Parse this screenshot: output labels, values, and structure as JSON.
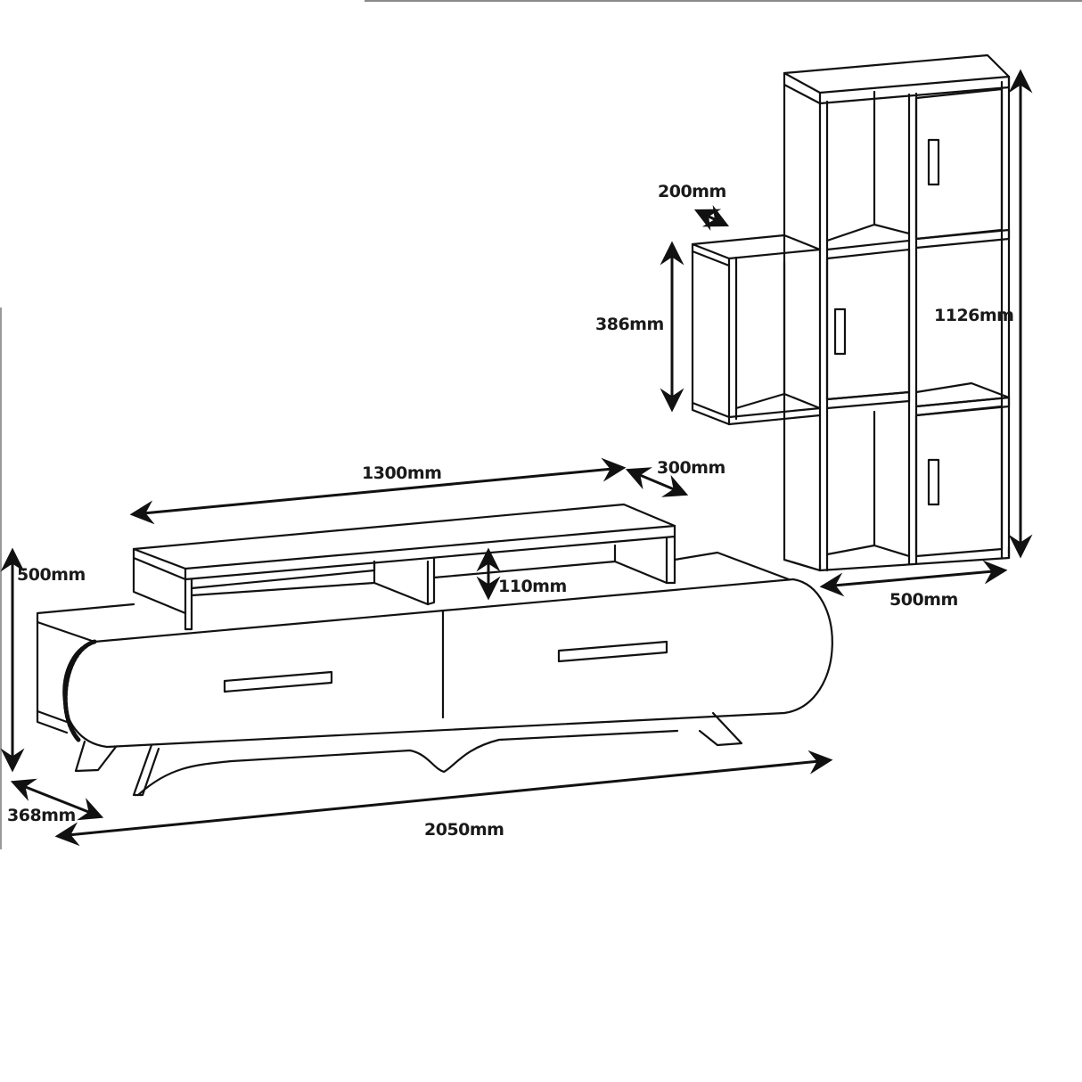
{
  "figure": {
    "type": "furniture-dimension-drawing",
    "line_color": "#111111",
    "background": "#ffffff"
  },
  "components": {
    "shelf_unit": {
      "name": "wall shelf unit",
      "doors": 3,
      "handles": 3
    },
    "side_cube": {
      "name": "side cube shelf"
    },
    "top_riser": {
      "name": "tv riser shelf"
    },
    "tv_unit": {
      "name": "tv stand with two drawers",
      "drawers": 2,
      "legs": 4
    }
  },
  "dimensions": {
    "cube_depth": "200mm",
    "cube_height": "386mm",
    "shelf_height": "1126mm",
    "shelf_width": "500mm",
    "riser_width": "1300mm",
    "riser_depth": "300mm",
    "riser_clearance": "110mm",
    "tv_height": "500mm",
    "tv_depth": "368mm",
    "tv_width": "2050mm"
  }
}
